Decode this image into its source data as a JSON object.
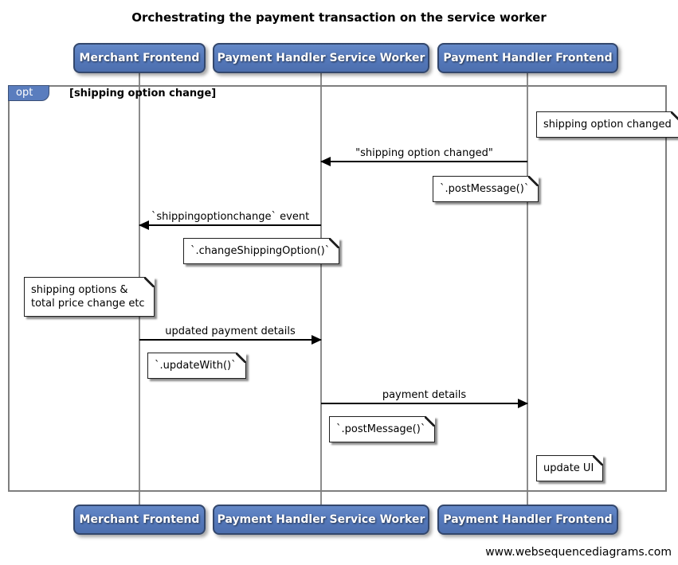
{
  "title": "Orchestrating the payment transaction on the service worker",
  "actors": [
    {
      "label": "Merchant Frontend"
    },
    {
      "label": "Payment Handler Service Worker"
    },
    {
      "label": "Payment Handler Frontend"
    }
  ],
  "fragment": {
    "operator": "opt",
    "guard": "[shipping option change]"
  },
  "messages": [
    {
      "label": "\"shipping option changed\"",
      "from": "Payment Handler Frontend",
      "to": "Payment Handler Service Worker",
      "direction": "left"
    },
    {
      "label": "`shippingoptionchange` event",
      "from": "Payment Handler Service Worker",
      "to": "Merchant Frontend",
      "direction": "left"
    },
    {
      "label": "updated payment details",
      "from": "Merchant Frontend",
      "to": "Payment Handler Service Worker",
      "direction": "right"
    },
    {
      "label": "payment details",
      "from": "Payment Handler Service Worker",
      "to": "Payment Handler Frontend",
      "direction": "right"
    }
  ],
  "notes": [
    {
      "text": "shipping option changed"
    },
    {
      "text": "`.postMessage()`"
    },
    {
      "text": "`.changeShippingOption()`"
    },
    {
      "line1": "shipping options &",
      "line2": "total price change etc"
    },
    {
      "text": "`.updateWith()`"
    },
    {
      "text": "`.postMessage()`"
    },
    {
      "text": "update UI"
    }
  ],
  "watermark": "www.websequencediagrams.com",
  "colors": {
    "actor_fill": "#5a7dbe",
    "actor_border": "#33476c",
    "actor_text": "#ffffff",
    "fragment_tab_fill": "#5a7dbe",
    "frame_border": "#7e7e7e",
    "lifeline": "#8c8c8c",
    "note_fill": "#ffffff",
    "note_border": "#1f1f1f",
    "arrow": "#000000",
    "background": "#ffffff"
  }
}
